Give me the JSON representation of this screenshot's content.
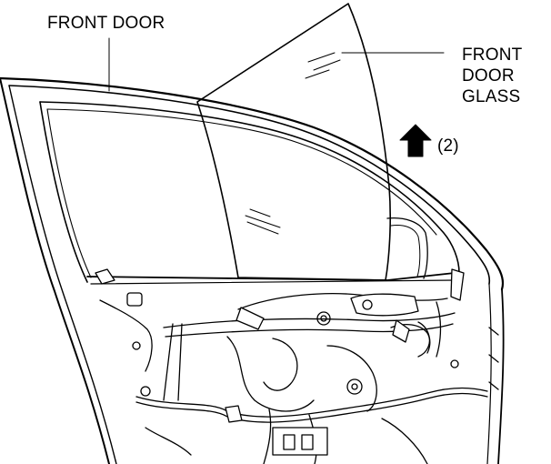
{
  "labels": {
    "front_door": "FRONT DOOR",
    "front_door_glass_line1": "FRONT",
    "front_door_glass_line2": "DOOR",
    "front_door_glass_line3": "GLASS",
    "step": "(2)"
  },
  "icons": {
    "direction_arrow": "arrow-up-icon"
  },
  "colors": {
    "line": "#000000",
    "background": "#ffffff"
  }
}
